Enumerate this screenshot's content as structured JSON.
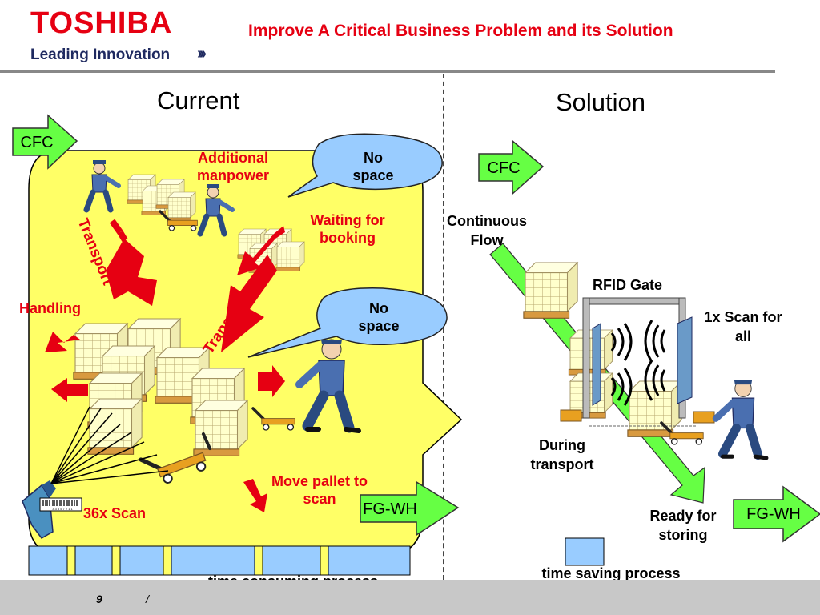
{
  "header": {
    "brand": "TOSHIBA",
    "tagline": "Leading Innovation",
    "tagline_arrows": "›››",
    "title": "Improve  A Critical Business Problem and its Solution"
  },
  "current": {
    "heading": "Current",
    "cfc": "CFC",
    "additional_manpower": "Additional manpower",
    "no_space_1": "No space",
    "no_space_2": "No space",
    "waiting_for_booking": "Waiting for booking",
    "transport_1": "Transport",
    "transport_2": "Transport",
    "handling": "Handling",
    "move_pallet": "Move pallet to scan",
    "scan_count": "36x Scan",
    "barcode_digits": "3 3 5 5 7 2 1 1",
    "fg_wh": "FG-WH",
    "process_label": "time consuming process"
  },
  "solution": {
    "heading": "Solution",
    "cfc": "CFC",
    "continuous_flow": "Continuous Flow",
    "rfid_gate": "RFID Gate",
    "scan_all": "1x Scan for all",
    "during_transport": "During transport",
    "ready_for_storing": "Ready for storing",
    "fg_wh": "FG-WH",
    "process_label": "time saving process"
  },
  "footer": {
    "page_number": "9",
    "separator": "/"
  },
  "colors": {
    "brand_red": "#e60012",
    "navy": "#1f2a60",
    "area_yellow": "#ffff66",
    "arrow_green": "#66ff44",
    "bar_blue": "#99ccff",
    "segment_yellow": "#ffff66"
  }
}
